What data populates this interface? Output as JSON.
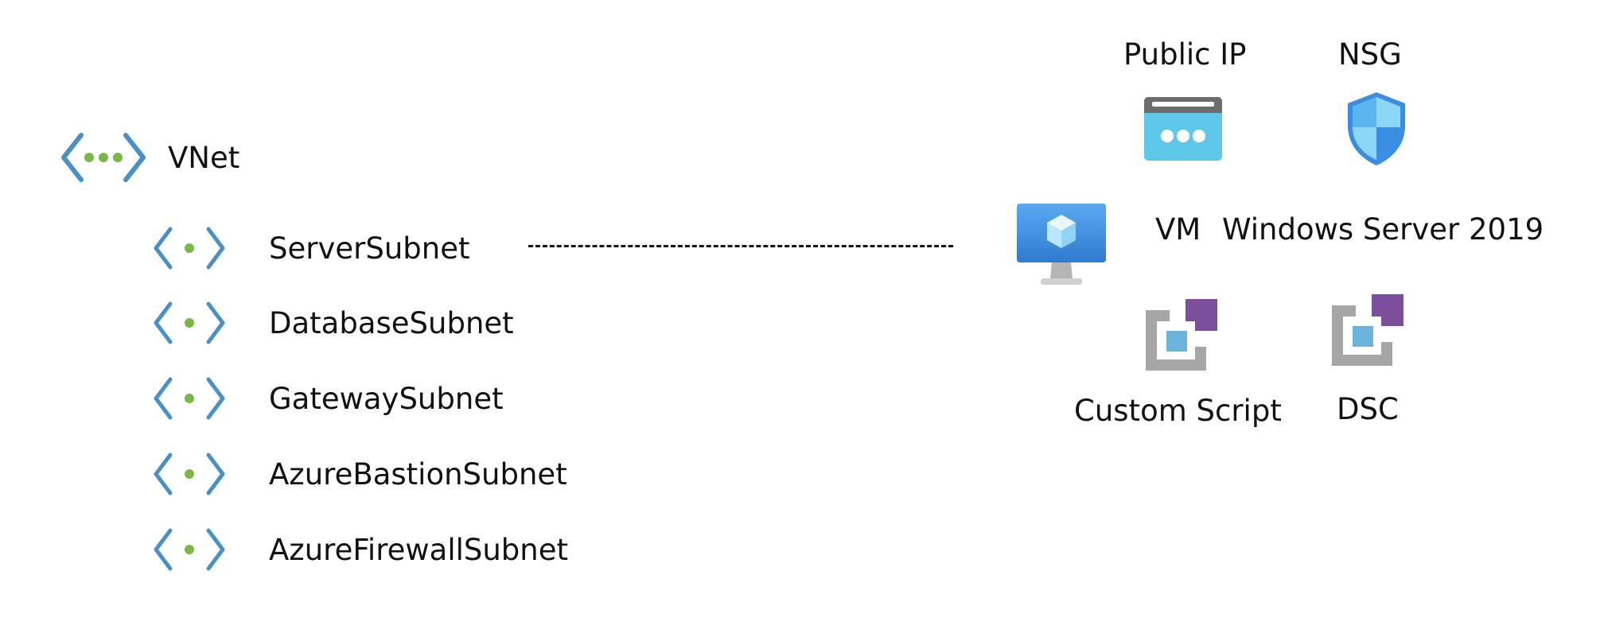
{
  "vnet": {
    "label": "VNet",
    "icon": "vnet-icon"
  },
  "subnets": [
    {
      "label": "ServerSubnet",
      "icon": "subnet-icon"
    },
    {
      "label": "DatabaseSubnet",
      "icon": "subnet-icon"
    },
    {
      "label": "GatewaySubnet",
      "icon": "subnet-icon"
    },
    {
      "label": "AzureBastionSubnet",
      "icon": "subnet-icon"
    },
    {
      "label": "AzureFirewallSubnet",
      "icon": "subnet-icon"
    }
  ],
  "vm": {
    "label": "VM",
    "os": "Windows Server 2019",
    "icon": "virtual-machine-icon"
  },
  "public_ip": {
    "label": "Public IP",
    "icon": "public-ip-icon"
  },
  "nsg": {
    "label": "NSG",
    "icon": "shield-icon"
  },
  "extensions": [
    {
      "label": "Custom Script",
      "icon": "vm-extension-icon"
    },
    {
      "label": "DSC",
      "icon": "vm-extension-icon"
    }
  ],
  "colors": {
    "bracket_blue": "#4a90c4",
    "dot_green": "#7ab648",
    "vm_blue": "#3b8ee0",
    "ext_purple": "#7d4e9b",
    "ext_gray": "#a6a6a6",
    "ext_blue": "#6cb3dc",
    "ip_blue": "#5ec8ea",
    "ip_gray": "#6d6d6d",
    "shield_blue": "#3a8de0",
    "shield_light": "#8cd7f5"
  }
}
